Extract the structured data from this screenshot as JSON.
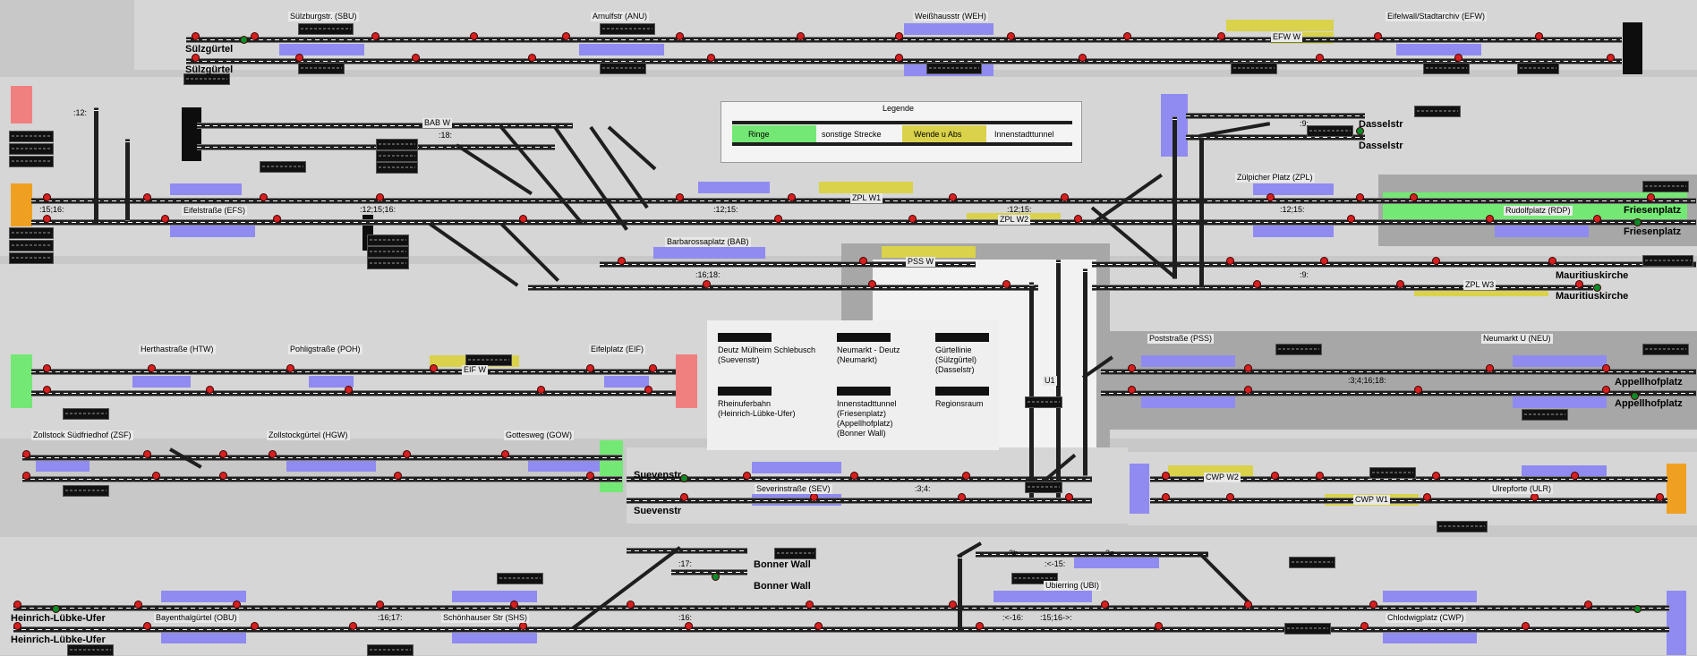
{
  "stations": {
    "sbu": "Sülzburgstr. (SBU)",
    "anu": "Arnulfstr (ANU)",
    "weh": "Weißhausstr (WEH)",
    "efw": "Eifelwall/Stadtarchiv (EFW)",
    "efs": "Eifelstraße (EFS)",
    "bab": "Barbarossaplatz (BAB)",
    "zpl": "Zülpicher Platz (ZPL)",
    "rdp": "Rudolfplatz (RDP)",
    "htw": "Herthastraße (HTW)",
    "poh": "Pohligstraße (POH)",
    "eif": "Eifelplatz (EIF)",
    "pss": "Poststraße (PSS)",
    "neu": "Neumarkt U (NEU)",
    "zsf": "Zollstock Südfriedhof (ZSF)",
    "hgw": "Zollstockgürtel (HGW)",
    "gow": "Gottesweg (GOW)",
    "sev": "Severinstraße (SEV)",
    "cwp_w2": "CWP W2",
    "cwp_w1": "CWP W1",
    "ulr": "Ulrepforte (ULR)",
    "obu": "Bayenthalgürtel (OBU)",
    "shs": "Schönhauser Str (SHS)",
    "ubi": "Ubierring (UBI)",
    "cwp": "Chlodwigplatz (CWP)"
  },
  "endpoints": {
    "suelzguertel": "Sülzgürtel",
    "dasselstr": "Dasselstr",
    "friesenplatz": "Friesenplatz",
    "mauritiuskirche": "Mauritiuskirche",
    "appellhofplatz": "Appellhofplatz",
    "suevenstr": "Suevenstr",
    "bonner_wall": "Bonner Wall",
    "heinrich": "Heinrich-Lübke-Ufer"
  },
  "switch_labels": {
    "efw_w": "EFW W",
    "bab_w": "BAB W",
    "zpl_w1": "ZPL W1",
    "zpl_w2": "ZPL W2",
    "zpl_w3": "ZPL W3",
    "pss_w": "PSS W",
    "eif_w": "EIF W",
    "u1": "U1"
  },
  "track_marks": {
    "m12": ":12:",
    "m15_16": ":15;16:",
    "m18": ":18:",
    "m12_15_16": ":12;15;16:",
    "m12_15": ":12;15:",
    "m16_18": ":16;18:",
    "m9": ":9:",
    "m12_15b": ":12;15:",
    "m9b": ":9:",
    "m3_4": ":3;4;16;18:",
    "m3_4b": ":3;4:",
    "m17": ":17:",
    "m16_17": ":16;17:",
    "m16": ":16:",
    "m3b": "-3b-",
    "m3a": "-3a-",
    "m15": ":<-15:",
    "m16l": ":<-16:",
    "m15_16r": ":15;16->:"
  },
  "legend": {
    "title": "Legende",
    "items": [
      "Ringe",
      "sonstige Strecke",
      "Wende u Abs",
      "Innenstadttunnel"
    ]
  },
  "info": {
    "deutz": "Deutz Mülheim Schlebusch\n(Suevenstr)",
    "neumarkt": "Neumarkt - Deutz\n(Neumarkt)",
    "guertel": "Gürtellinie\n(Sülzgürtel)\n(Dasselstr)",
    "rheinufer": "Rheinuferbahn\n(Heinrich-Lübke-Ufer)",
    "innenstadt": "Innenstadttunnel\n(Friesenplatz)\n(Appellhofplatz)\n(Bonner Wall)",
    "region": "Regionsraum"
  },
  "colors": {
    "background": "#c8c8c8",
    "panel": "#d6d6d6",
    "track": "#1f1f1f",
    "signal_red": "#d42020",
    "signal_green": "#0a8a2a",
    "ring_green": "#74e874",
    "occupied_blue": "#8f8bf0",
    "turnaround_yellow": "#d9d24a",
    "end_red": "#f08080",
    "end_orange": "#f0a020"
  }
}
